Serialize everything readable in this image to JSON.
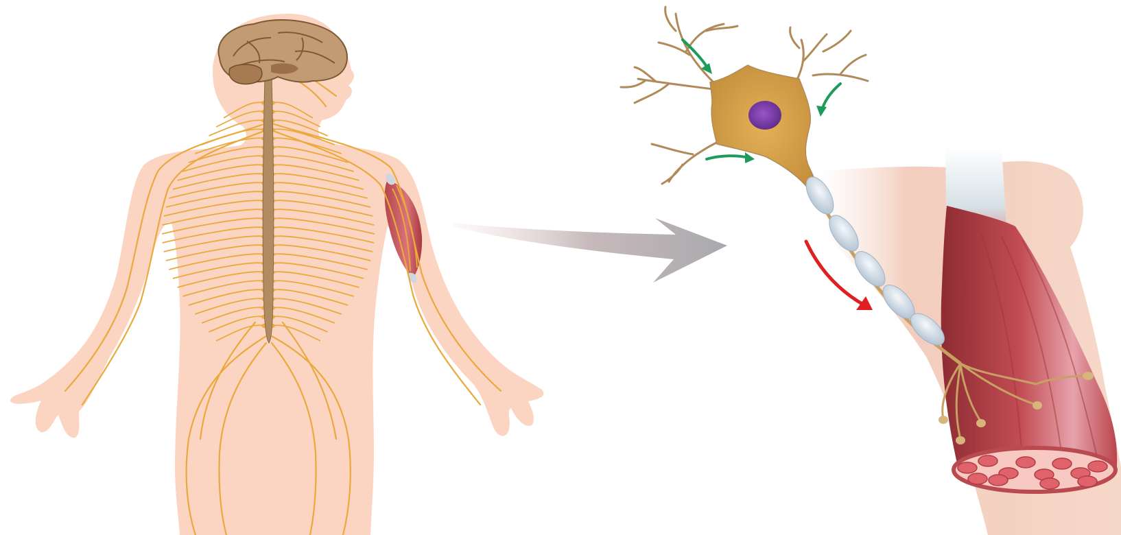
{
  "diagram": {
    "panels": [
      {
        "name": "human-nervous-system",
        "components": [
          "brain",
          "spinal-cord",
          "peripheral-nerves",
          "arm-muscle-highlight"
        ]
      },
      {
        "name": "motor-neuron-detail",
        "components": [
          "dendrites",
          "cell-body",
          "nucleus",
          "myelinated-axon",
          "neuromuscular-junction",
          "muscle-fiber-bundle"
        ]
      }
    ],
    "connector": "zoom-arrow",
    "signal_arrows": {
      "input_count": 3,
      "output_count": 1
    },
    "colors": {
      "skin": "#fbd3bf",
      "nerve": "#e8a83a",
      "brain": "#b99068",
      "spinal_cord": "#b18c63",
      "neuron_body": "#cc9945",
      "nucleus": "#7a3aa8",
      "myelin": "#c9d8e6",
      "muscle": "#b8434a",
      "input_arrow": "#1e9a5a",
      "output_arrow": "#e02020",
      "zoom_arrow": "#b0b0b4"
    }
  }
}
